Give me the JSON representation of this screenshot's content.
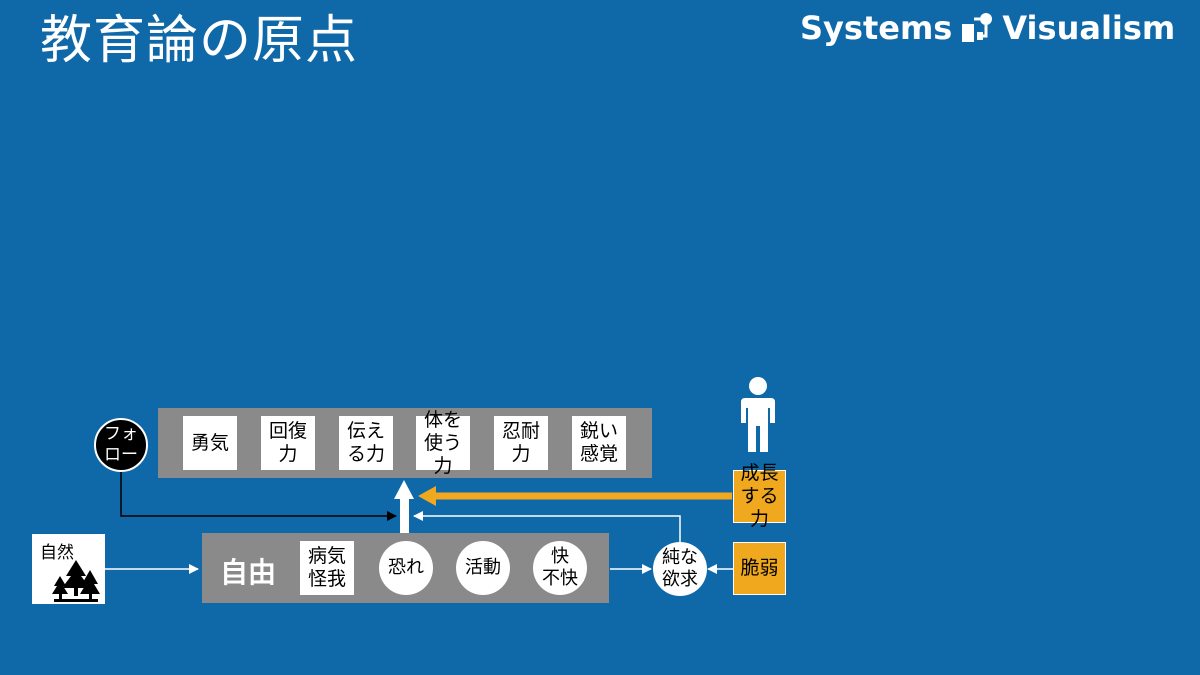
{
  "title": "教育論の原点",
  "logo": {
    "left": "Systems",
    "right": "Visualism",
    "mark_icon": "systems-diagram-icon"
  },
  "abilities": [
    "勇気",
    "回復\n力",
    "伝え\nる力",
    "体を\n使う力",
    "忍耐\n力",
    "鋭い\n感覚"
  ],
  "follow": "フォ\nロー",
  "nature": {
    "label": "自然",
    "icon": "forest-icon"
  },
  "freedom": {
    "label": "自由",
    "items": [
      "病気\n怪我",
      "恐れ",
      "活動",
      "快\n不快"
    ]
  },
  "desire": "純な\n欲求",
  "growth": "成長\nする力",
  "fragile": "脆弱",
  "person_icon": "person-icon",
  "colors": {
    "background": "#0f69a8",
    "panel": "#8a8a8a",
    "accent": "#f0a91e",
    "follow": "#000000"
  }
}
